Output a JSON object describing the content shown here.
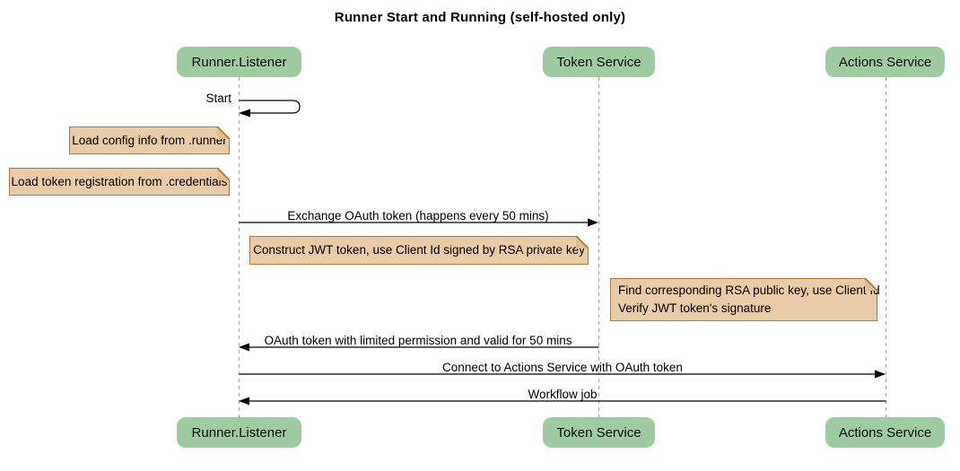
{
  "diagram": {
    "title": "Runner Start and Running (self-hosted only)",
    "type": "sequence-diagram",
    "participants": [
      {
        "label": "Runner.Listener"
      },
      {
        "label": "Token Service"
      },
      {
        "label": "Actions Service"
      }
    ],
    "messages": [
      {
        "kind": "self-message",
        "from": "Runner.Listener",
        "to": "Runner.Listener",
        "label": "Start"
      },
      {
        "kind": "solid-arrow",
        "from": "Runner.Listener",
        "to": "Token Service",
        "label": "Exchange OAuth token (happens every 50 mins)"
      },
      {
        "kind": "solid-arrow",
        "from": "Token Service",
        "to": "Runner.Listener",
        "label": "OAuth token with limited permission and valid for 50 mins"
      },
      {
        "kind": "solid-arrow",
        "from": "Runner.Listener",
        "to": "Actions Service",
        "label": "Connect to Actions Service with OAuth token"
      },
      {
        "kind": "solid-arrow",
        "from": "Actions Service",
        "to": "Runner.Listener",
        "label": "Workflow job"
      }
    ],
    "notes": [
      {
        "position": "left of Runner.Listener",
        "lines": [
          "Load config info from .runner"
        ]
      },
      {
        "position": "left of Runner.Listener",
        "lines": [
          "Load token registration from .credentials"
        ]
      },
      {
        "position": "between Runner.Listener and Token Service",
        "lines": [
          "Construct JWT token, use Client Id signed by RSA private key"
        ]
      },
      {
        "position": "between Token Service and Actions Service",
        "lines": [
          "Find corresponding RSA public key, use Client Id",
          "Verify JWT token's signature"
        ]
      }
    ],
    "colors": {
      "participant_fill": "#9ecba2",
      "note_fill": "#e9cba7",
      "note_border": "#b8763c",
      "lifeline": "#a6a6a6",
      "arrow": "#000000",
      "background": "#ffffff"
    }
  }
}
